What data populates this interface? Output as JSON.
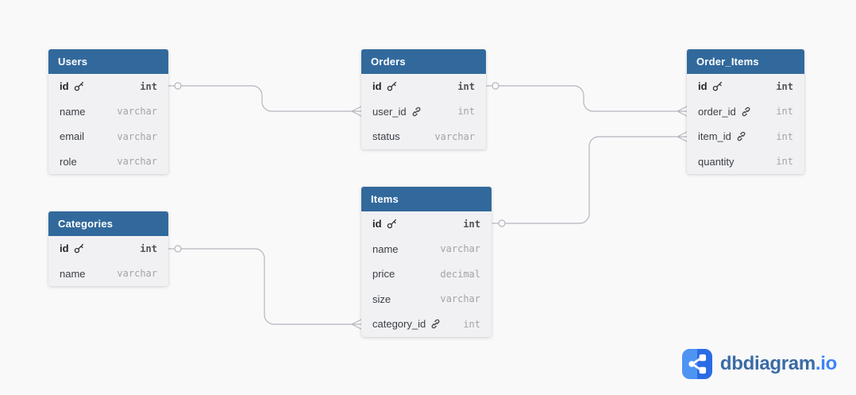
{
  "app": {
    "site_name": "dbdiagram.io",
    "logo_text": "dbdiagram",
    "logo_suffix": ".io"
  },
  "colors": {
    "canvas_background": "#f9f9fa",
    "table_header": "#32699c",
    "table_body": "#f1f1f4",
    "relationship_line": "#b4b6bd",
    "logo_primary_blue": "#3b86f6",
    "logo_text_blue": "#3a6ba5"
  },
  "tables": [
    {
      "id": "users",
      "name": "Users",
      "fields": [
        {
          "name": "id",
          "type": "int",
          "icon": "key-icon",
          "pk": true
        },
        {
          "name": "name",
          "type": "varchar"
        },
        {
          "name": "email",
          "type": "varchar"
        },
        {
          "name": "role",
          "type": "varchar"
        }
      ]
    },
    {
      "id": "categories",
      "name": "Categories",
      "fields": [
        {
          "name": "id",
          "type": "int",
          "icon": "key-icon",
          "pk": true
        },
        {
          "name": "name",
          "type": "varchar"
        }
      ]
    },
    {
      "id": "orders",
      "name": "Orders",
      "fields": [
        {
          "name": "id",
          "type": "int",
          "icon": "key-icon",
          "pk": true
        },
        {
          "name": "user_id",
          "type": "int",
          "icon": "link-icon",
          "fk": true
        },
        {
          "name": "status",
          "type": "varchar"
        }
      ]
    },
    {
      "id": "items",
      "name": "Items",
      "fields": [
        {
          "name": "id",
          "type": "int",
          "icon": "key-icon",
          "pk": true
        },
        {
          "name": "name",
          "type": "varchar"
        },
        {
          "name": "price",
          "type": "decimal"
        },
        {
          "name": "size",
          "type": "varchar"
        },
        {
          "name": "category_id",
          "type": "int",
          "icon": "link-icon",
          "fk": true
        }
      ]
    },
    {
      "id": "order_items",
      "name": "Order_Items",
      "fields": [
        {
          "name": "id",
          "type": "int",
          "icon": "key-icon",
          "pk": true
        },
        {
          "name": "order_id",
          "type": "int",
          "icon": "link-icon",
          "fk": true
        },
        {
          "name": "item_id",
          "type": "int",
          "icon": "link-icon",
          "fk": true
        },
        {
          "name": "quantity",
          "type": "int"
        }
      ]
    }
  ],
  "relationships": [
    {
      "from": "Users.id",
      "to": "Orders.user_id",
      "cardinality": "one-to-many"
    },
    {
      "from": "Orders.id",
      "to": "Order_Items.order_id",
      "cardinality": "one-to-many"
    },
    {
      "from": "Items.id",
      "to": "Order_Items.item_id",
      "cardinality": "one-to-many"
    },
    {
      "from": "Categories.id",
      "to": "Items.category_id",
      "cardinality": "one-to-many"
    }
  ]
}
